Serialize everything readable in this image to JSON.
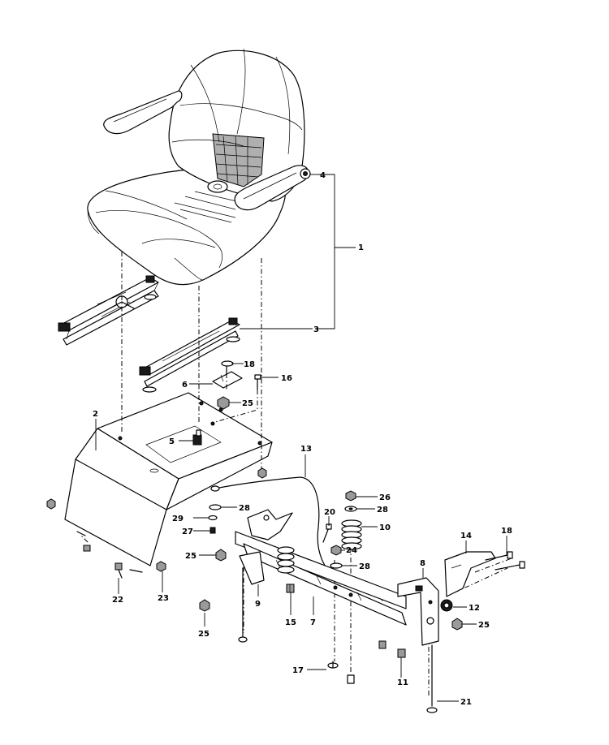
{
  "callouts": [
    {
      "id": "c1",
      "label": "1"
    },
    {
      "id": "c2",
      "label": "2"
    },
    {
      "id": "c3",
      "label": "3"
    },
    {
      "id": "c4",
      "label": "4"
    },
    {
      "id": "c5",
      "label": "5"
    },
    {
      "id": "c6",
      "label": "6"
    },
    {
      "id": "c7",
      "label": "7"
    },
    {
      "id": "c8",
      "label": "8"
    },
    {
      "id": "c9",
      "label": "9"
    },
    {
      "id": "c10",
      "label": "10"
    },
    {
      "id": "c11",
      "label": "11"
    },
    {
      "id": "c12",
      "label": "12"
    },
    {
      "id": "c13",
      "label": "13"
    },
    {
      "id": "c14",
      "label": "14"
    },
    {
      "id": "c15",
      "label": "15"
    },
    {
      "id": "c16",
      "label": "16"
    },
    {
      "id": "c17",
      "label": "17"
    },
    {
      "id": "c18a",
      "label": "18"
    },
    {
      "id": "c18b",
      "label": "18"
    },
    {
      "id": "c20",
      "label": "20"
    },
    {
      "id": "c21",
      "label": "21"
    },
    {
      "id": "c22",
      "label": "22"
    },
    {
      "id": "c23",
      "label": "23"
    },
    {
      "id": "c24",
      "label": "24"
    },
    {
      "id": "c25a",
      "label": "25"
    },
    {
      "id": "c25b",
      "label": "25"
    },
    {
      "id": "c25c",
      "label": "25"
    },
    {
      "id": "c25d",
      "label": "25"
    },
    {
      "id": "c26",
      "label": "26"
    },
    {
      "id": "c27",
      "label": "27"
    },
    {
      "id": "c28a",
      "label": "28"
    },
    {
      "id": "c28b",
      "label": "28"
    },
    {
      "id": "c28c",
      "label": "28"
    },
    {
      "id": "c29",
      "label": "29"
    }
  ]
}
